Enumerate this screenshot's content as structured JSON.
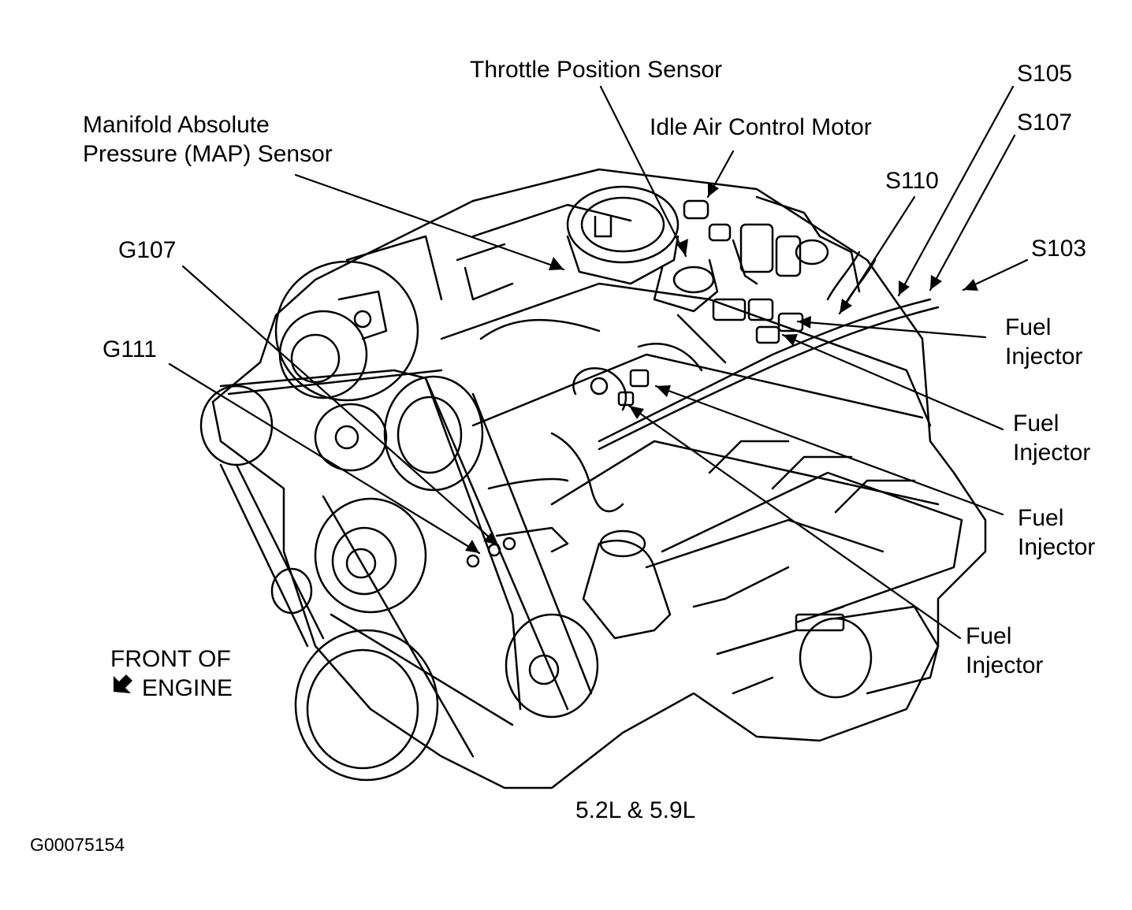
{
  "labels": {
    "throttle_position_sensor": "Throttle Position Sensor",
    "idle_air_control_motor": "Idle Air Control Motor",
    "map_sensor_line1": "Manifold Absolute",
    "map_sensor_line2": "Pressure (MAP) Sensor",
    "s105": "S105",
    "s107": "S107",
    "s110": "S110",
    "s103": "S103",
    "g107": "G107",
    "g111": "G111",
    "fuel_injector_1_line1": "Fuel",
    "fuel_injector_1_line2": "Injector",
    "fuel_injector_2_line1": "Fuel",
    "fuel_injector_2_line2": "Injector",
    "fuel_injector_3_line1": "Fuel",
    "fuel_injector_3_line2": "Injector",
    "fuel_injector_4_line1": "Fuel",
    "fuel_injector_4_line2": "Injector",
    "front_of_engine_line1": "FRONT OF",
    "front_of_engine_line2": "ENGINE",
    "engine_size": "5.2L & 5.9L",
    "figure_id": "G00075154"
  },
  "colors": {
    "ink": "#000000",
    "paper": "#ffffff"
  }
}
